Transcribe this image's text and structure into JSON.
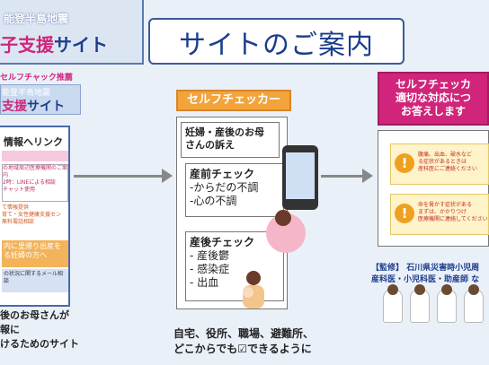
{
  "header": {
    "banner_line1": "能登半島地震",
    "banner_title_a": "子支援",
    "banner_title_b": "サイト",
    "main_title": "サイトのご案内"
  },
  "left": {
    "recommend": "セルフチャック推薦",
    "mini_line1": "能登半島地震",
    "mini_line2_a": "支援",
    "mini_line2_b": "サイト",
    "link_heading": "情報へリンク",
    "list_lines": [
      "の地域周辺医療機関のご案内",
      "2時：LINEによる相談",
      "チャット使用"
    ],
    "list2_lines": [
      "て情報提供",
      "育て・女性健康支援セン",
      "無料電話相談"
    ],
    "orange_lines": [
      "内に里帰り出産を",
      "る妊婦の方へ"
    ],
    "blue_lines": [
      "の状況に関するメール相談"
    ],
    "bottom_lines": [
      "後のお母さんが",
      "報に",
      "けるためのサイト"
    ]
  },
  "middle": {
    "label": "セルフチェッカー",
    "box1": [
      "妊婦・産後のお母",
      "さんの訴え"
    ],
    "box2": [
      "産前チェック",
      "-からだの不調",
      "-心の不調"
    ],
    "box3": [
      "産後チェック",
      "- 産後鬱",
      "- 感染症",
      "- 出血"
    ],
    "bottom": [
      "自宅、役所、職場、避難所、",
      "どこからでも☑できるように"
    ]
  },
  "right": {
    "label": [
      "セルフチェッカ",
      "適切な対応につ",
      "お答えします"
    ],
    "warn1": [
      "腹痛、出血、破水など",
      "る症状があるときは",
      "産科医にご連絡ください"
    ],
    "warn2": [
      "命を脅かす症状がある",
      "まずは、かかりつけ",
      "医療機関に連絡してください"
    ],
    "supervise": [
      "【監修】 石川県災害時小児周",
      "産科医・小児科医・助産師 な"
    ]
  },
  "colors": {
    "accent_blue": "#1c3d8c",
    "accent_pink": "#d0257b",
    "accent_orange": "#f2a33a"
  }
}
